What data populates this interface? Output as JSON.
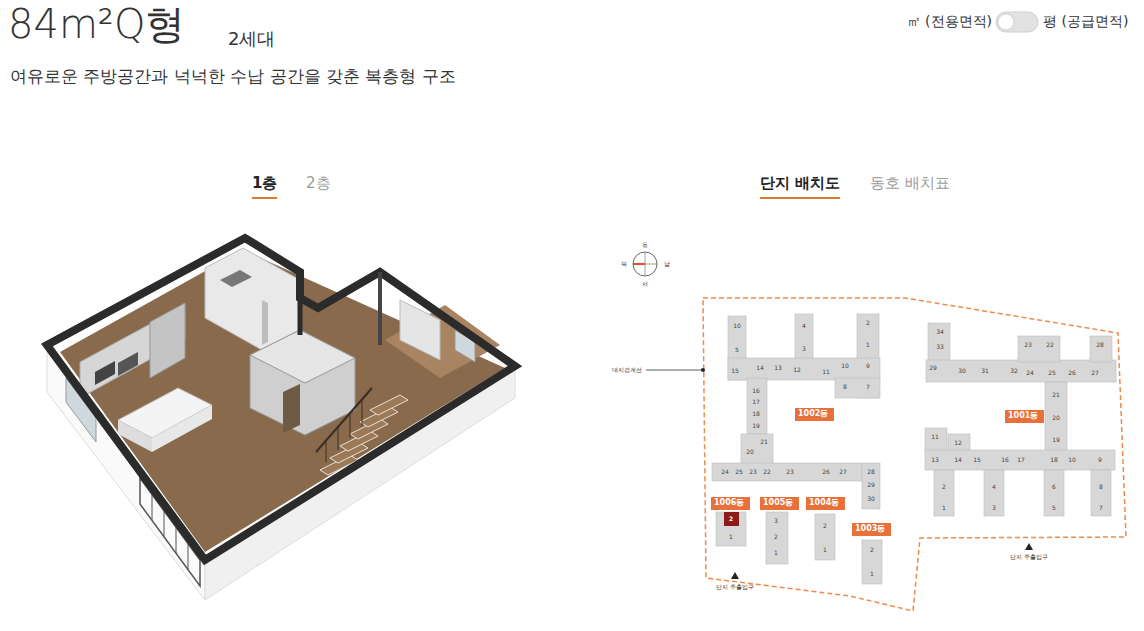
{
  "diagram": {
    "title": "84m²Q형",
    "nodes": [
      {
        "text": [
          "1002동"
        ]
      },
      {
        "text": [
          "1001동"
        ]
      },
      {
        "text": [
          "1006동"
        ]
      },
      {
        "text": [
          "1005동"
        ]
      },
      {
        "text": [
          "1004동"
        ]
      },
      {
        "text": [
          "1003동"
        ]
      }
    ],
    "labels": [
      "2세대",
      "㎡ (전용면적)",
      "평 (공급면적)",
      "여유로운 주방공간과 넉넉한 수납 공간을 갖춘 복층형 구조",
      "1층",
      "2층",
      "단지 배치도",
      "동호 배치표",
      "동",
      "북",
      "남",
      "서",
      "대지경계선",
      "단지 주출입구",
      "단지 주출입구",
      "10",
      "5",
      "15",
      "4",
      "3",
      "2",
      "1",
      "14",
      "13",
      "12",
      "11",
      "10",
      "9",
      "8",
      "7",
      "16",
      "17",
      "18",
      "19",
      "20",
      "21",
      "24",
      "25",
      "23",
      "22",
      "23",
      "26",
      "27",
      "28",
      "29",
      "30",
      "34",
      "33",
      "29",
      "30",
      "31",
      "32",
      "23",
      "22",
      "28",
      "24",
      "25",
      "26",
      "27",
      "21",
      "20",
      "19",
      "11",
      "12",
      "13",
      "14",
      "15",
      "16",
      "17",
      "18",
      "10",
      "9",
      "2",
      "1",
      "4",
      "3",
      "6",
      "5",
      "8",
      "7",
      "2",
      "1",
      "3",
      "2",
      "1",
      "2",
      "1",
      "2",
      "1"
    ]
  }
}
